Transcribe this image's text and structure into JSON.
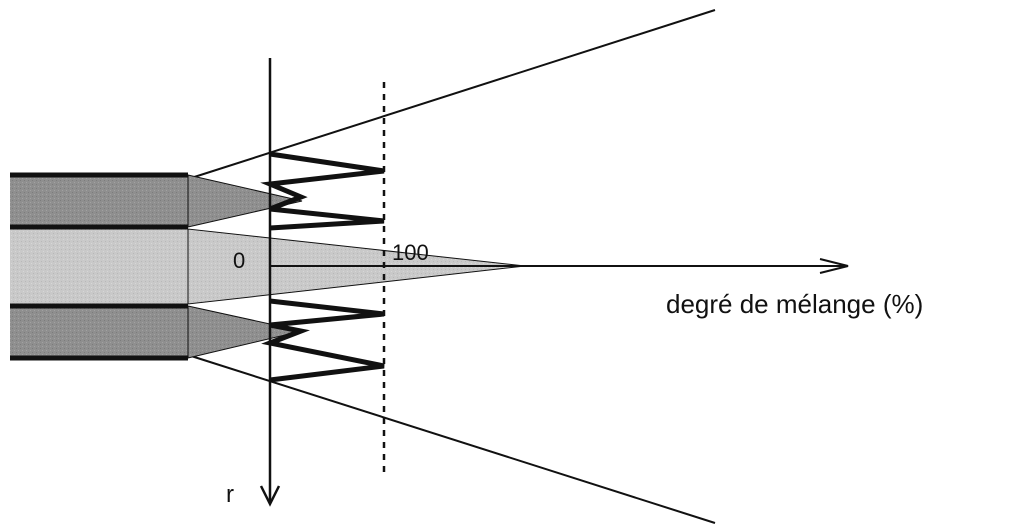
{
  "diagram": {
    "labels": {
      "origin": "0",
      "full": "100",
      "x_axis": "degré de mélange (%)",
      "r_axis": "r"
    },
    "colors": {
      "stroke": "#111111",
      "dark_fill": "#8f8f8f",
      "light_fill": "#c9c9c9",
      "background": "#ffffff"
    }
  }
}
